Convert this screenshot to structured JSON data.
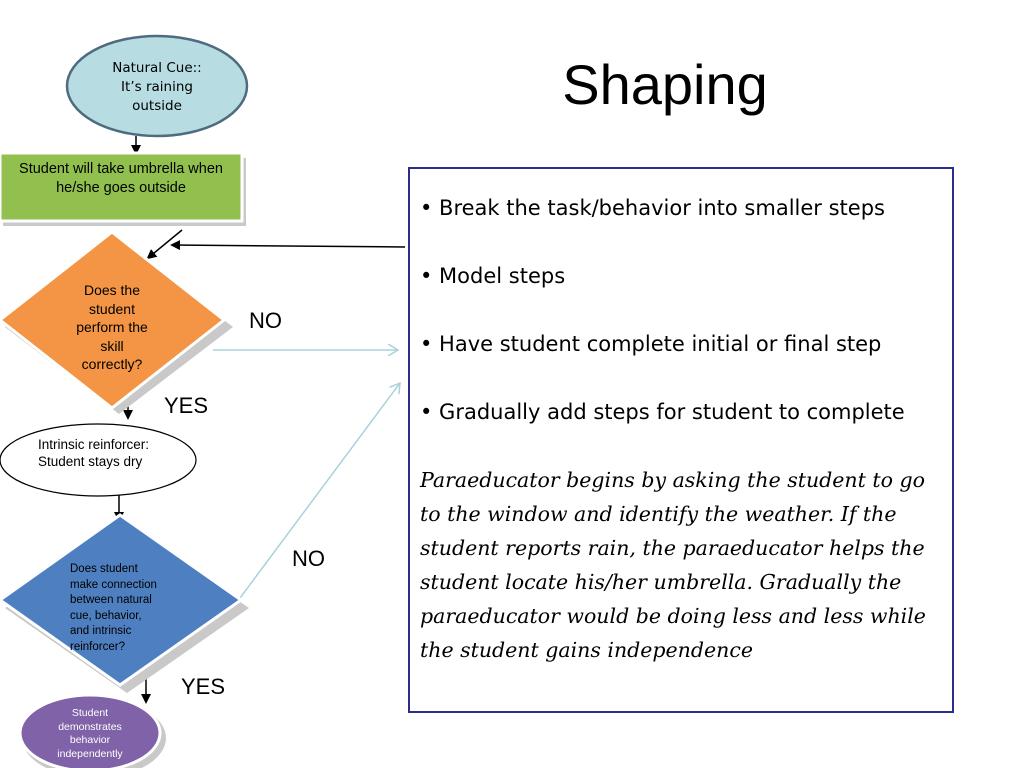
{
  "slide": {
    "title": "Shaping"
  },
  "flowchart": {
    "natural_cue": "Natural Cue:: It’s raining outside",
    "natural_cue_lines": [
      "Natural Cue::",
      "It’s raining",
      "outside"
    ],
    "target_behavior": "Student will take umbrella when he/she goes outside",
    "target_behavior_lines": [
      "Student will take umbrella when",
      "he/she goes outside"
    ],
    "question_1": "Does the student perform the skill correctly?",
    "question_1_lines": [
      "Does the",
      "student",
      "perform the",
      "skill",
      "correctly?"
    ],
    "no_label_1": "NO",
    "yes_label_1": "YES",
    "reinforcer": "Intrinsic reinforcer: Student stays dry",
    "reinforcer_lines": [
      "Intrinsic reinforcer:",
      "Student stays dry"
    ],
    "question_2": "Does student make connection between natural cue, behavior, and intrinsic reinforcer?",
    "question_2_lines": [
      "Does student",
      "make connection",
      "between natural",
      "cue, behavior,",
      "and intrinsic",
      "reinforcer?"
    ],
    "no_label_2": "NO",
    "yes_label_2": "YES",
    "outcome": "Student demonstrates behavior independently",
    "outcome_lines": [
      "Student",
      "demonstrates",
      "behavior",
      "independently"
    ]
  },
  "steps_box": {
    "bullets": [
      "• Break the task/behavior into smaller steps",
      "• Model steps",
      "• Have student complete initial or final step",
      "• Gradually add steps for student to complete"
    ],
    "example": "Paraeducator begins by asking the student to go to the window and identify the weather.  If the student reports rain, the paraeducator helps the student locate his/her umbrella.  Gradually the paraeducator would be doing less and less while the student gains independence"
  },
  "colors": {
    "natural_cue_fill": "#b7dde3",
    "natural_cue_stroke": "#4e6b80",
    "target_fill": "#92c04f",
    "question_1_fill": "#f39545",
    "question_2_fill": "#4e7fc0",
    "outcome_fill": "#7f62a8",
    "box_border": "#2b2d8a",
    "connector_light": "#a8d3dc"
  }
}
